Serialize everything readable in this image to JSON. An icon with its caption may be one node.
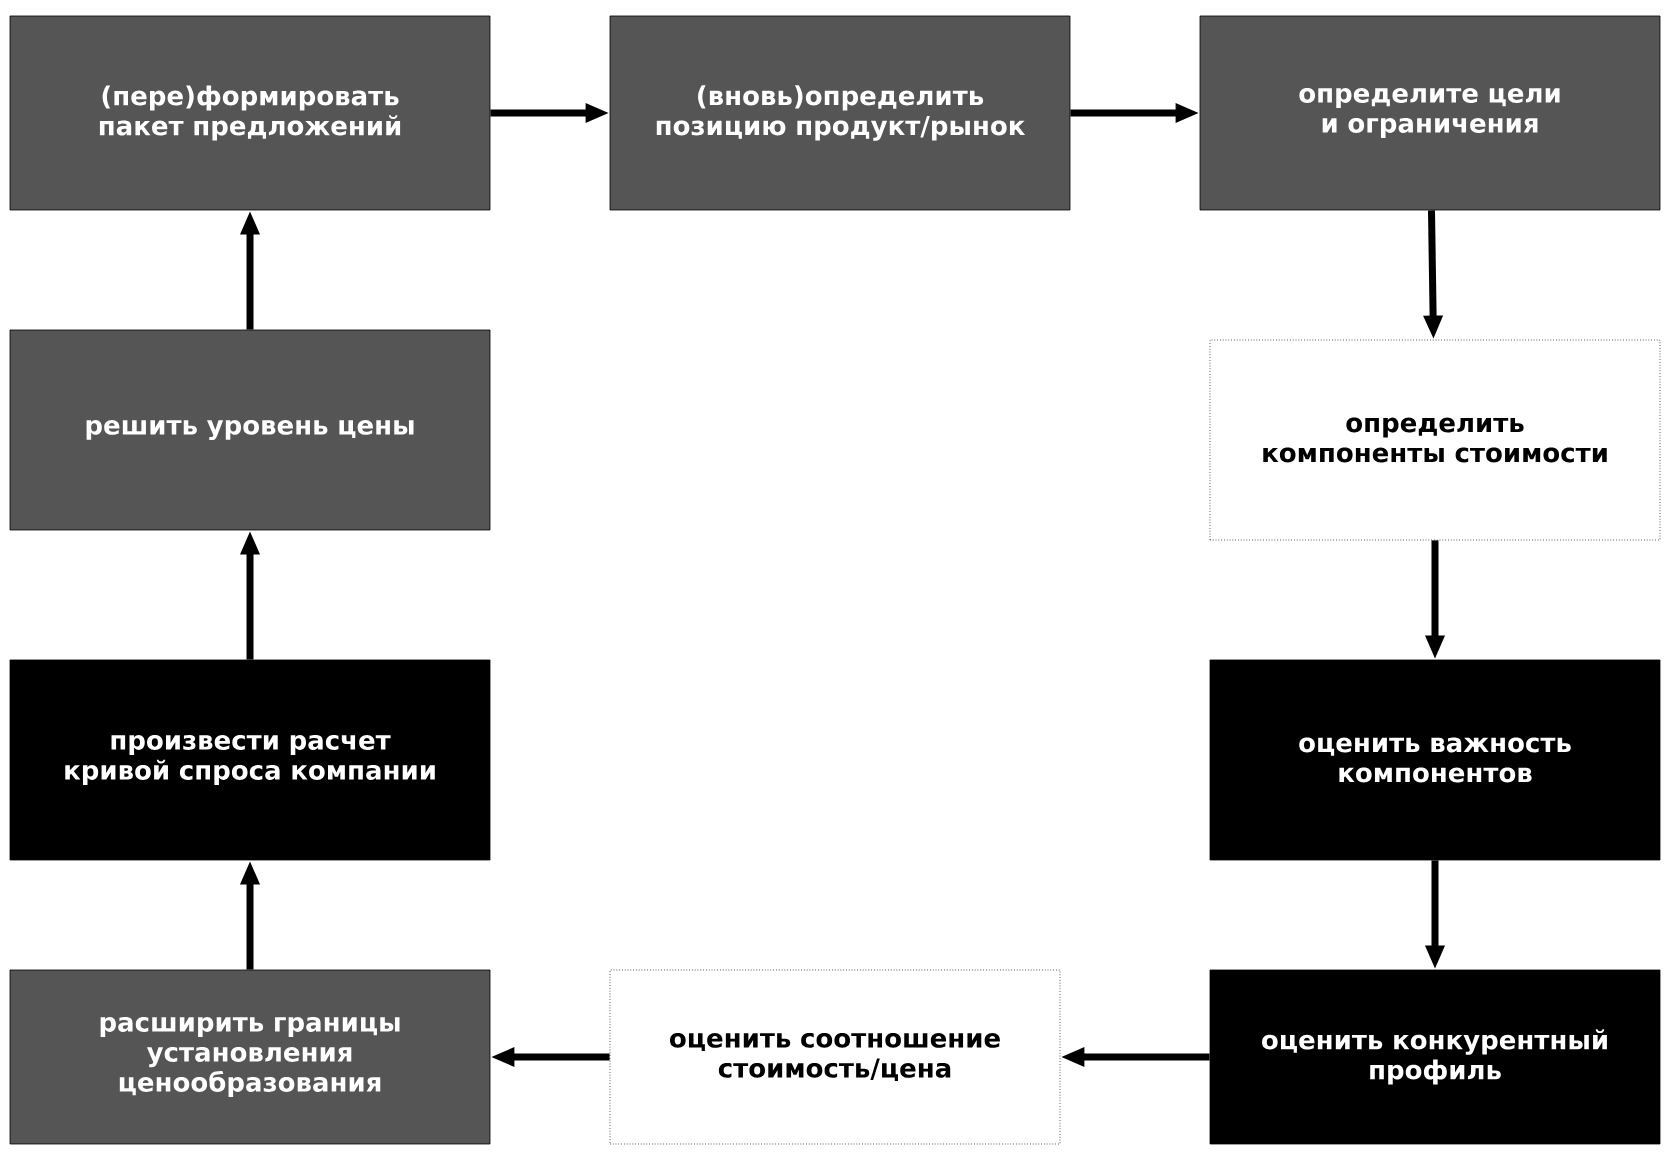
{
  "diagram": {
    "nodes": [
      {
        "text": [
          "(пере)формировать пакет предложений"
        ]
      },
      {
        "text": [
          "(вновь)определить позицию продукт/рынок"
        ]
      },
      {
        "text": [
          "определите цели и ограничения"
        ]
      },
      {
        "text": [
          "определить компоненты стоимости"
        ]
      },
      {
        "text": [
          "оценить важность компонентов"
        ]
      },
      {
        "text": [
          "оценить конкурентный профиль"
        ]
      },
      {
        "text": [
          "оценить соотношение стоимость/цена"
        ]
      },
      {
        "text": [
          "расширить границы установления ценообразования"
        ]
      },
      {
        "text": [
          "произвести расчет кривой спроса компании"
        ]
      },
      {
        "text": [
          "решить уровень цены"
        ]
      }
    ],
    "edges": [
      {
        "from": 0,
        "to": 1,
        "arrow": "to"
      },
      {
        "from": 1,
        "to": 2,
        "arrow": "to"
      },
      {
        "from": 2,
        "to": 3,
        "arrow": "to"
      },
      {
        "from": 3,
        "to": 4,
        "arrow": "to"
      },
      {
        "from": 4,
        "to": 5,
        "arrow": "to"
      },
      {
        "from": 5,
        "to": 6,
        "arrow": "to"
      },
      {
        "from": 6,
        "to": 7,
        "arrow": "to"
      },
      {
        "from": 7,
        "to": 8,
        "arrow": "to"
      },
      {
        "from": 8,
        "to": 9,
        "arrow": "to"
      },
      {
        "from": 9,
        "to": 0,
        "arrow": "to"
      }
    ]
  }
}
